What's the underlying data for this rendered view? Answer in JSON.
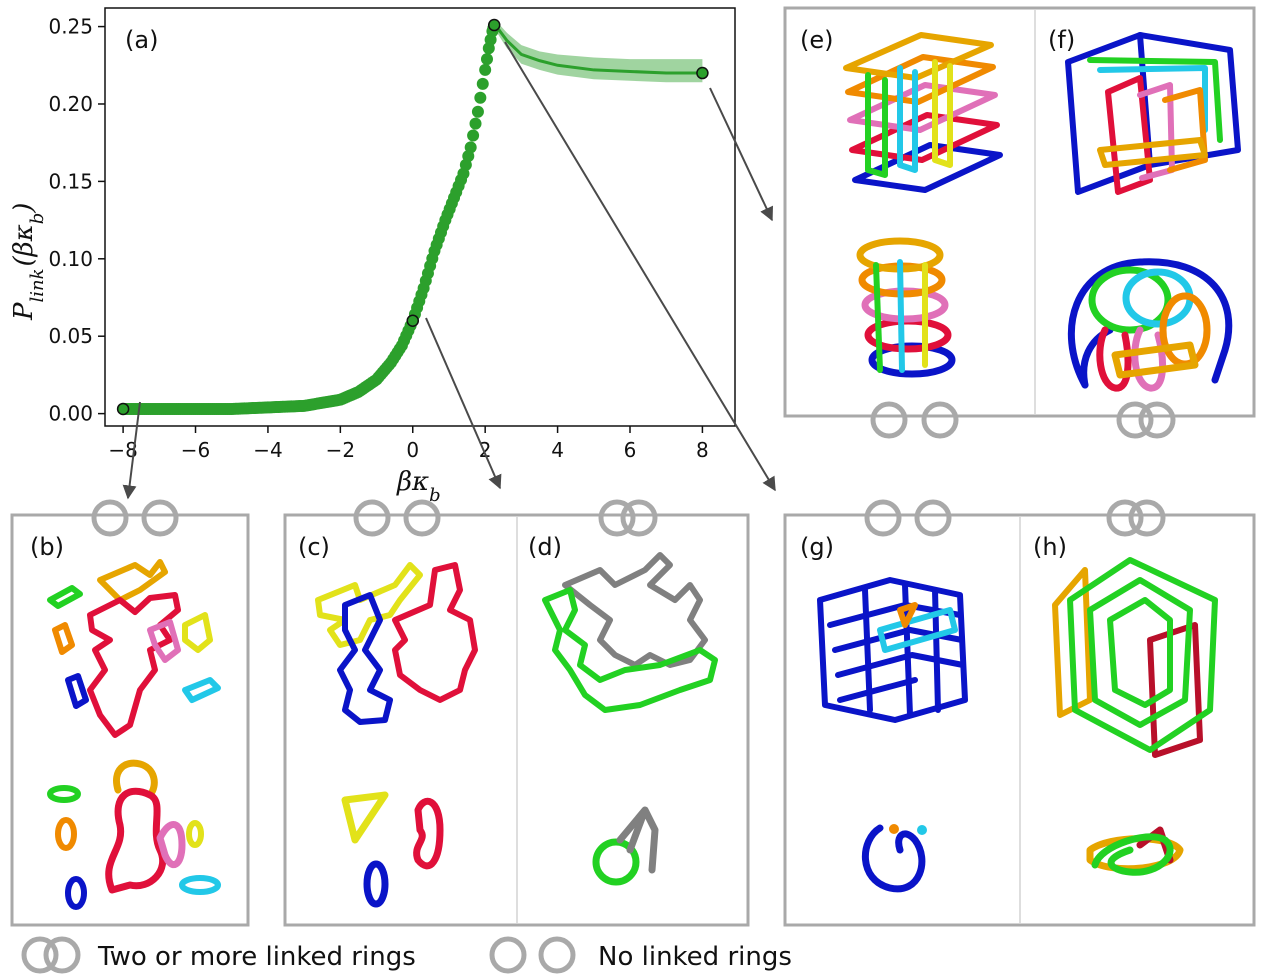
{
  "chart_data": {
    "type": "scatter",
    "panel_label": "(a)",
    "xlabel_main": "βκ",
    "xlabel_sub": "b",
    "ylabel_main": "P",
    "ylabel_sub1": "link",
    "ylabel_mid": "(βκ",
    "ylabel_sub2": "b",
    "ylabel_end": ")",
    "xlim": [
      -8.5,
      8.9
    ],
    "ylim": [
      -0.008,
      0.262
    ],
    "x_ticks": [
      -8,
      -6,
      -4,
      -2,
      0,
      2,
      4,
      6,
      8
    ],
    "x_tick_labels": [
      "−8",
      "−6",
      "−4",
      "−2",
      "0",
      "2",
      "4",
      "6",
      "8"
    ],
    "y_ticks": [
      0.0,
      0.05,
      0.1,
      0.15,
      0.2,
      0.25
    ],
    "y_tick_labels": [
      "0.00",
      "0.05",
      "0.10",
      "0.15",
      "0.20",
      "0.25"
    ],
    "grid": false,
    "series_color": "#2ca02c",
    "band_color": "#2ca02c",
    "rising_points": [
      [
        -8.0,
        0.003
      ],
      [
        -7.0,
        0.003
      ],
      [
        -6.0,
        0.003
      ],
      [
        -5.0,
        0.003
      ],
      [
        -4.0,
        0.004
      ],
      [
        -3.0,
        0.005
      ],
      [
        -2.5,
        0.007
      ],
      [
        -2.0,
        0.009
      ],
      [
        -1.5,
        0.014
      ],
      [
        -1.0,
        0.022
      ],
      [
        -0.6,
        0.033
      ],
      [
        -0.3,
        0.044
      ],
      [
        0.0,
        0.06
      ],
      [
        0.3,
        0.081
      ],
      [
        0.6,
        0.105
      ],
      [
        0.9,
        0.125
      ],
      [
        1.2,
        0.143
      ],
      [
        1.4,
        0.155
      ],
      [
        1.6,
        0.172
      ],
      [
        1.8,
        0.195
      ],
      [
        2.0,
        0.222
      ],
      [
        2.1,
        0.236
      ],
      [
        2.2,
        0.247
      ],
      [
        2.25,
        0.251
      ]
    ],
    "band_x": [
      2.25,
      2.6,
      3.0,
      3.5,
      4.0,
      5.0,
      6.0,
      7.0,
      8.0
    ],
    "band_upper": [
      0.255,
      0.246,
      0.238,
      0.234,
      0.232,
      0.23,
      0.229,
      0.229,
      0.229
    ],
    "band_lower": [
      0.249,
      0.236,
      0.226,
      0.222,
      0.219,
      0.216,
      0.215,
      0.214,
      0.214
    ],
    "band_mean": [
      0.252,
      0.241,
      0.232,
      0.228,
      0.225,
      0.222,
      0.221,
      0.22,
      0.22
    ],
    "highlighted_points": [
      {
        "x": -8.0,
        "y": 0.003,
        "target": "b"
      },
      {
        "x": 0.0,
        "y": 0.06,
        "target": "c"
      },
      {
        "x": 2.25,
        "y": 0.251,
        "target": "g"
      },
      {
        "x": 8.0,
        "y": 0.22,
        "target": "e"
      }
    ]
  },
  "panels": {
    "b": "(b)",
    "c": "(c)",
    "d": "(d)",
    "e": "(e)",
    "f": "(f)",
    "g": "(g)",
    "h": "(h)"
  },
  "legend": {
    "linked": "Two or more linked rings",
    "unlinked": "No linked rings"
  },
  "colors": {
    "red": "#e0103a",
    "orange": "#f08a00",
    "gold": "#e6a500",
    "yellow": "#e2e21a",
    "green": "#22d122",
    "cyan": "#22c8e8",
    "blue": "#0a14c8",
    "pink": "#e070b8",
    "gray": "#808080",
    "darkred": "#b8102a"
  }
}
